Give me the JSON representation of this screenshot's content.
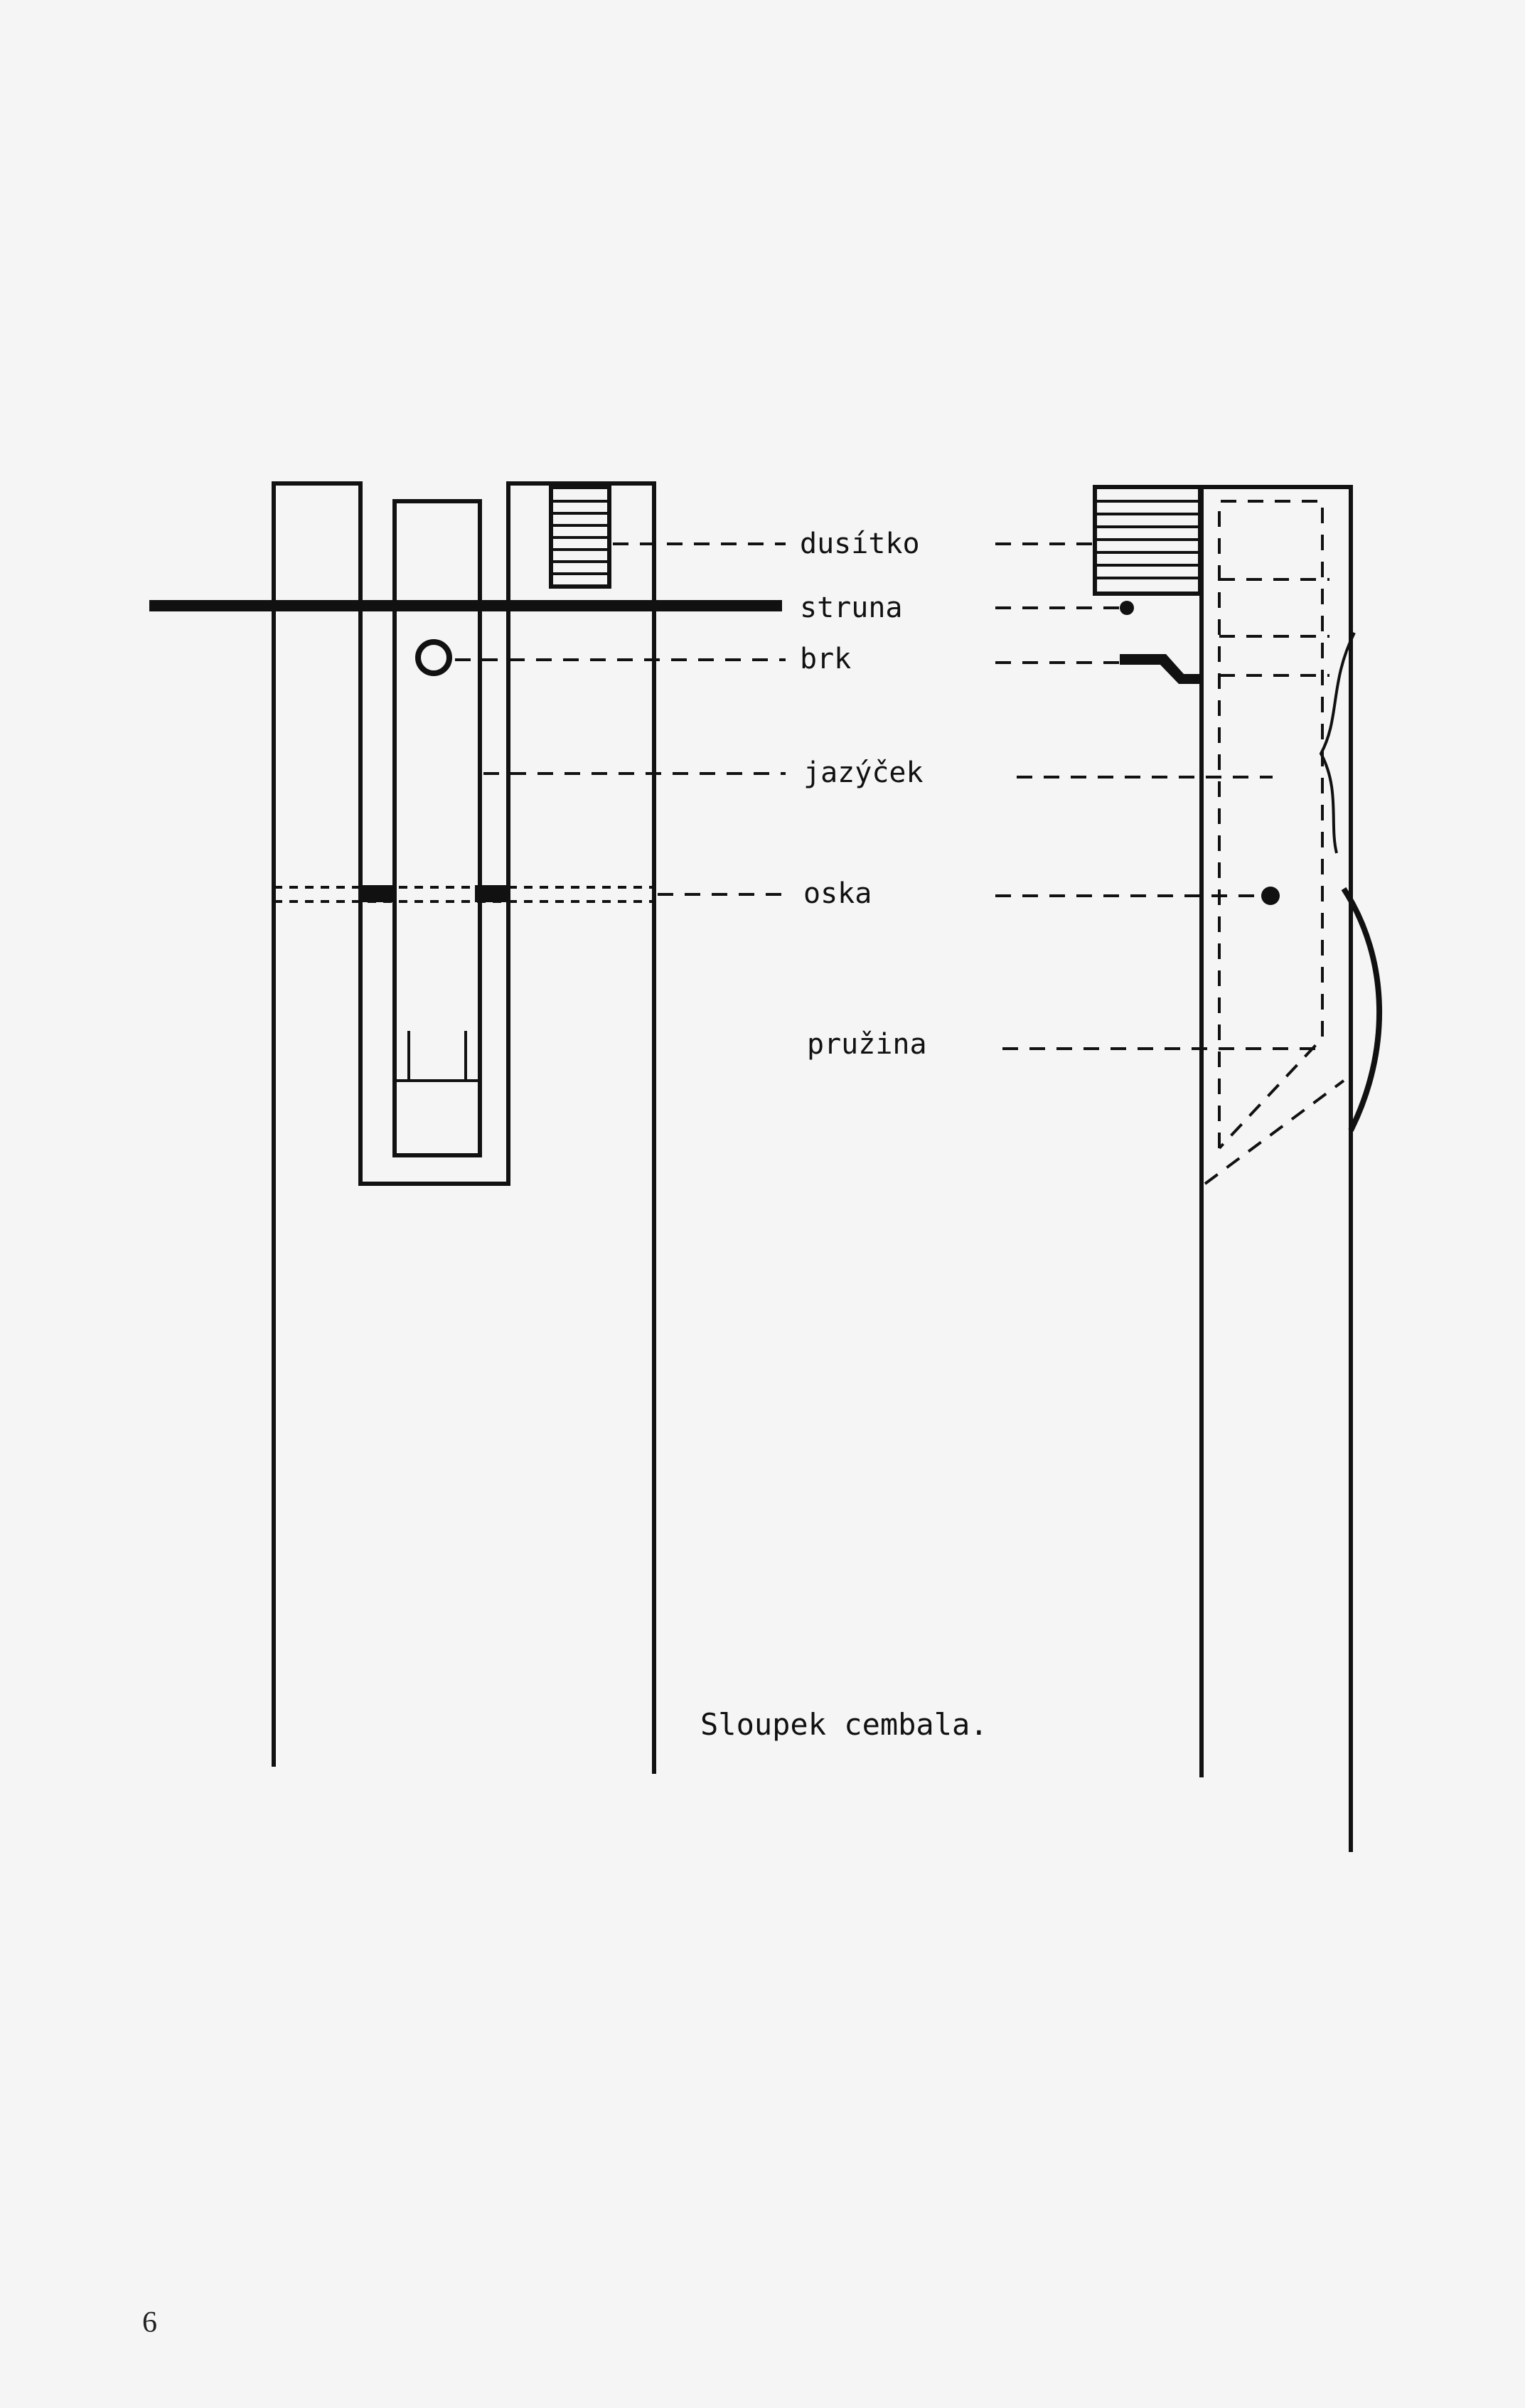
{
  "diagram": {
    "labels": {
      "dusitko": "dusítko",
      "struna": "struna",
      "brk": "brk",
      "jazycek": "jazýček",
      "oska": "oska",
      "pruzina": "pružina"
    },
    "caption": "Sloupek cembala."
  },
  "page": {
    "number": "6"
  }
}
